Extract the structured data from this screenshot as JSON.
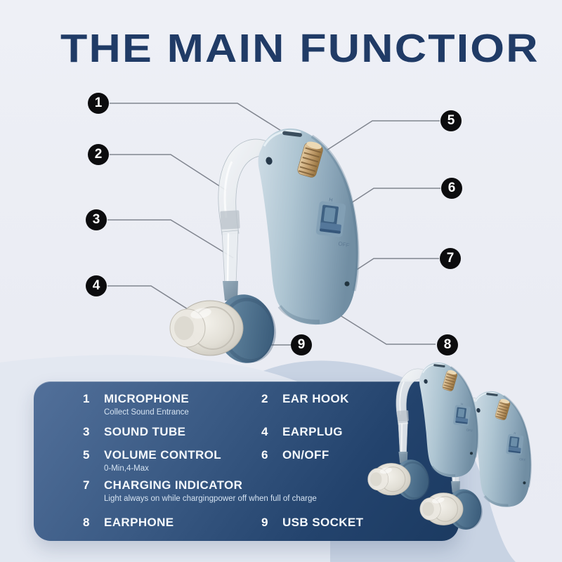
{
  "title": "THE MAIN FUNCTIOR",
  "callouts": [
    "1",
    "2",
    "3",
    "4",
    "5",
    "6",
    "7",
    "8",
    "9"
  ],
  "legend": {
    "items": [
      {
        "num": "1",
        "label": "MICROPHONE",
        "sub": "Collect Sound Entrance"
      },
      {
        "num": "2",
        "label": "EAR HOOK"
      },
      {
        "num": "3",
        "label": "SOUND TUBE"
      },
      {
        "num": "4",
        "label": "EARPLUG"
      },
      {
        "num": "5",
        "label": "VOLUME CONTROL",
        "sub": "0-Min,4-Max"
      },
      {
        "num": "6",
        "label": "ON/OFF"
      },
      {
        "num": "7",
        "label": "CHARGING INDICATOR",
        "sub": "Light always on while chargingpower off when full of charge"
      },
      {
        "num": "8",
        "label": "EARPHONE"
      },
      {
        "num": "9",
        "label": "USB SOCKET"
      }
    ]
  },
  "device": {
    "switch_label": "OFF",
    "volume_mark": "H"
  },
  "colors": {
    "title": "#203b66",
    "panel_top": "#52709a",
    "panel_bottom": "#1b3a61",
    "callout_bg": "#0c0c0e",
    "body_blue": "#aec5d2",
    "earphone_blue": "#597c97",
    "wheel_tan": "#c29e6d"
  }
}
